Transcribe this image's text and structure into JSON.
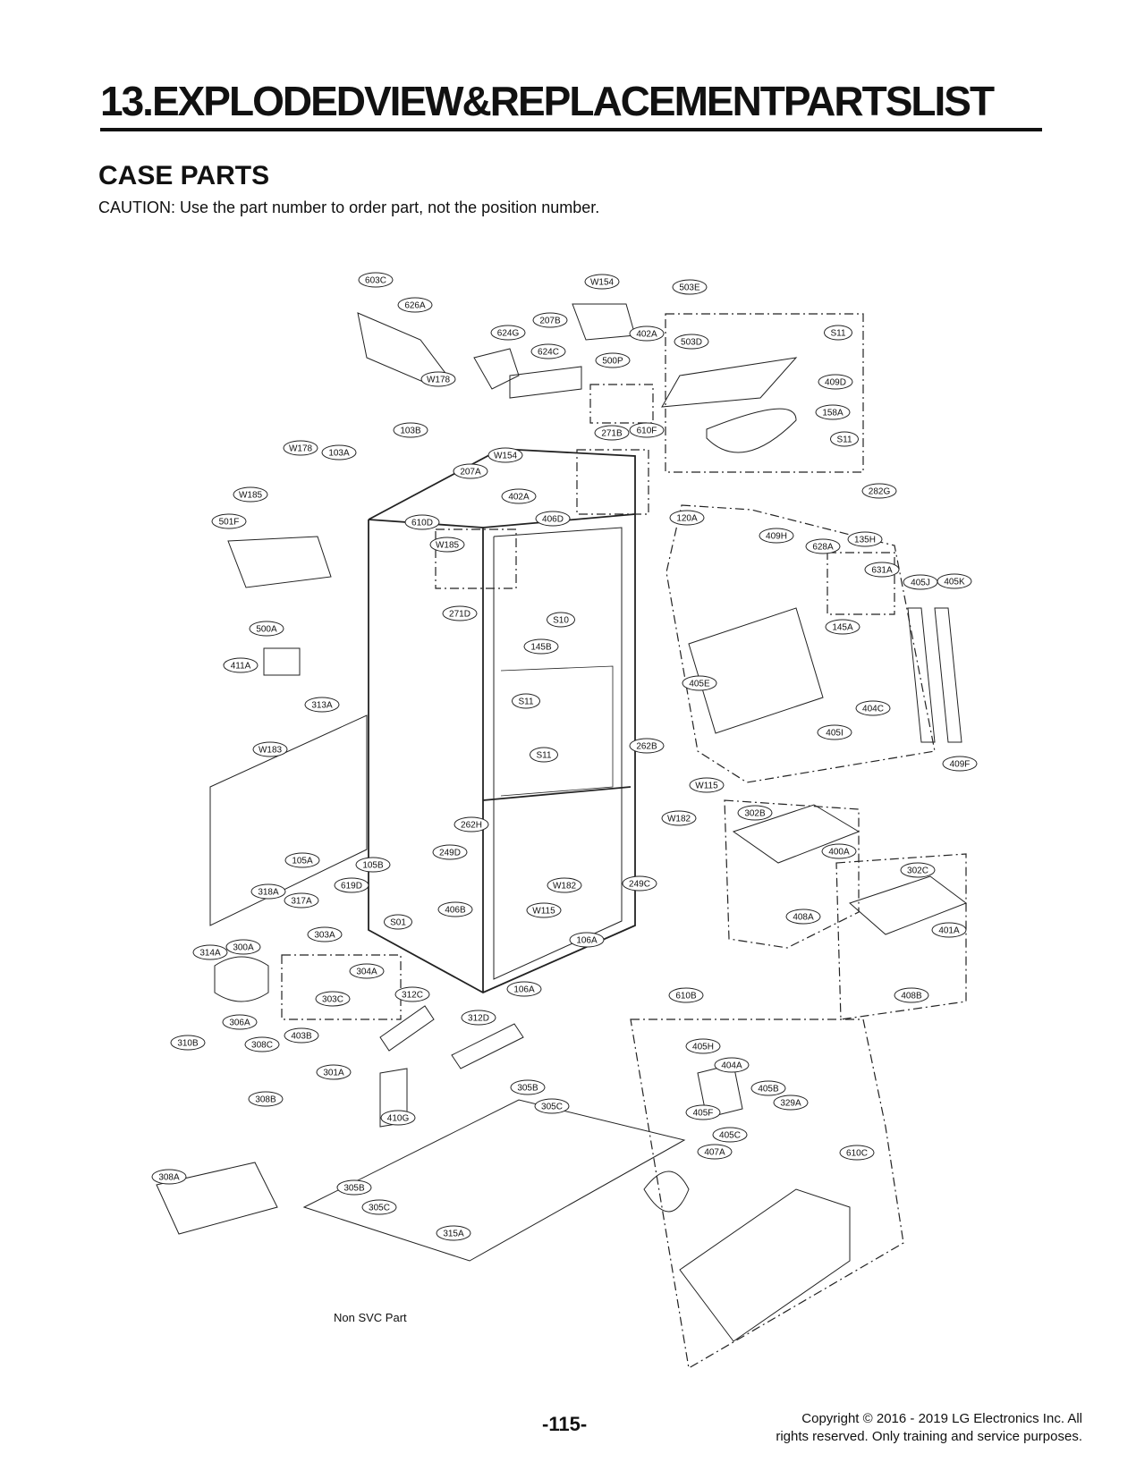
{
  "header": {
    "title": "13.EXPLODEDVIEW&REPLACEMENTPARTSLIST",
    "section": "CASE PARTS",
    "caution": "CAUTION: Use the part number to order part, not the position number."
  },
  "diagram": {
    "note": "Non SVC Part",
    "callouts": [
      {
        "id": "c0",
        "text": "603C"
      },
      {
        "id": "c1",
        "text": "626A"
      },
      {
        "id": "c2",
        "text": "W154"
      },
      {
        "id": "c3",
        "text": "503E"
      },
      {
        "id": "c4",
        "text": "207B"
      },
      {
        "id": "c5",
        "text": "624G"
      },
      {
        "id": "c6",
        "text": "402A"
      },
      {
        "id": "c7",
        "text": "S11"
      },
      {
        "id": "c8",
        "text": "503D"
      },
      {
        "id": "c9",
        "text": "624C"
      },
      {
        "id": "c10",
        "text": "500P"
      },
      {
        "id": "c11",
        "text": "W178"
      },
      {
        "id": "c12",
        "text": "409D"
      },
      {
        "id": "c13",
        "text": "158A"
      },
      {
        "id": "c14",
        "text": "103B"
      },
      {
        "id": "c15",
        "text": "271B"
      },
      {
        "id": "c16",
        "text": "610F"
      },
      {
        "id": "c17",
        "text": "S11"
      },
      {
        "id": "c18",
        "text": "W178"
      },
      {
        "id": "c19",
        "text": "103A"
      },
      {
        "id": "c20",
        "text": "W154"
      },
      {
        "id": "c21",
        "text": "207A"
      },
      {
        "id": "c22",
        "text": "282G"
      },
      {
        "id": "c23",
        "text": "W185"
      },
      {
        "id": "c24",
        "text": "402A"
      },
      {
        "id": "c25",
        "text": "120A"
      },
      {
        "id": "c26",
        "text": "501F"
      },
      {
        "id": "c27",
        "text": "610D"
      },
      {
        "id": "c28",
        "text": "406D"
      },
      {
        "id": "c29",
        "text": "409H"
      },
      {
        "id": "c30",
        "text": "135H"
      },
      {
        "id": "c31",
        "text": "628A"
      },
      {
        "id": "c32",
        "text": "W185"
      },
      {
        "id": "c33",
        "text": "631A"
      },
      {
        "id": "c34",
        "text": "405J"
      },
      {
        "id": "c35",
        "text": "405K"
      },
      {
        "id": "c36",
        "text": "271D"
      },
      {
        "id": "c37",
        "text": "S10"
      },
      {
        "id": "c38",
        "text": "500A"
      },
      {
        "id": "c39",
        "text": "145A"
      },
      {
        "id": "c40",
        "text": "145B"
      },
      {
        "id": "c41",
        "text": "411A"
      },
      {
        "id": "c42",
        "text": "405E"
      },
      {
        "id": "c43",
        "text": "S11"
      },
      {
        "id": "c44",
        "text": "313A"
      },
      {
        "id": "c45",
        "text": "404C"
      },
      {
        "id": "c46",
        "text": "405I"
      },
      {
        "id": "c47",
        "text": "W183"
      },
      {
        "id": "c48",
        "text": "262B"
      },
      {
        "id": "c49",
        "text": "S11"
      },
      {
        "id": "c50",
        "text": "409F"
      },
      {
        "id": "c51",
        "text": "W115"
      },
      {
        "id": "c52",
        "text": "W182"
      },
      {
        "id": "c53",
        "text": "302B"
      },
      {
        "id": "c54",
        "text": "262H"
      },
      {
        "id": "c55",
        "text": "400A"
      },
      {
        "id": "c56",
        "text": "249D"
      },
      {
        "id": "c57",
        "text": "105A"
      },
      {
        "id": "c58",
        "text": "105B"
      },
      {
        "id": "c59",
        "text": "302C"
      },
      {
        "id": "c60",
        "text": "249C"
      },
      {
        "id": "c61",
        "text": "619D"
      },
      {
        "id": "c62",
        "text": "W182"
      },
      {
        "id": "c63",
        "text": "318A"
      },
      {
        "id": "c64",
        "text": "317A"
      },
      {
        "id": "c65",
        "text": "406B"
      },
      {
        "id": "c66",
        "text": "W115"
      },
      {
        "id": "c67",
        "text": "408A"
      },
      {
        "id": "c68",
        "text": "S01"
      },
      {
        "id": "c69",
        "text": "401A"
      },
      {
        "id": "c70",
        "text": "303A"
      },
      {
        "id": "c71",
        "text": "106A"
      },
      {
        "id": "c72",
        "text": "300A"
      },
      {
        "id": "c73",
        "text": "314A"
      },
      {
        "id": "c74",
        "text": "304A"
      },
      {
        "id": "c75",
        "text": "106A"
      },
      {
        "id": "c76",
        "text": "312C"
      },
      {
        "id": "c77",
        "text": "610B"
      },
      {
        "id": "c78",
        "text": "303C"
      },
      {
        "id": "c79",
        "text": "408B"
      },
      {
        "id": "c80",
        "text": "306A"
      },
      {
        "id": "c81",
        "text": "312D"
      },
      {
        "id": "c82",
        "text": "310B"
      },
      {
        "id": "c83",
        "text": "403B"
      },
      {
        "id": "c84",
        "text": "308C"
      },
      {
        "id": "c85",
        "text": "405H"
      },
      {
        "id": "c86",
        "text": "404A"
      },
      {
        "id": "c87",
        "text": "301A"
      },
      {
        "id": "c88",
        "text": "305B"
      },
      {
        "id": "c89",
        "text": "405B"
      },
      {
        "id": "c90",
        "text": "308B"
      },
      {
        "id": "c91",
        "text": "305C"
      },
      {
        "id": "c92",
        "text": "329A"
      },
      {
        "id": "c93",
        "text": "405F"
      },
      {
        "id": "c94",
        "text": "410G"
      },
      {
        "id": "c95",
        "text": "405C"
      },
      {
        "id": "c96",
        "text": "407A"
      },
      {
        "id": "c97",
        "text": "610C"
      },
      {
        "id": "c98",
        "text": "308A"
      },
      {
        "id": "c99",
        "text": "305B"
      },
      {
        "id": "c100",
        "text": "305C"
      },
      {
        "id": "c101",
        "text": "315A"
      }
    ]
  },
  "footer": {
    "page": "-115-",
    "copyright_line1": "Copyright © 2016 - 2019 LG Electronics Inc. All",
    "copyright_line2": "rights reserved. Only training and service purposes."
  }
}
